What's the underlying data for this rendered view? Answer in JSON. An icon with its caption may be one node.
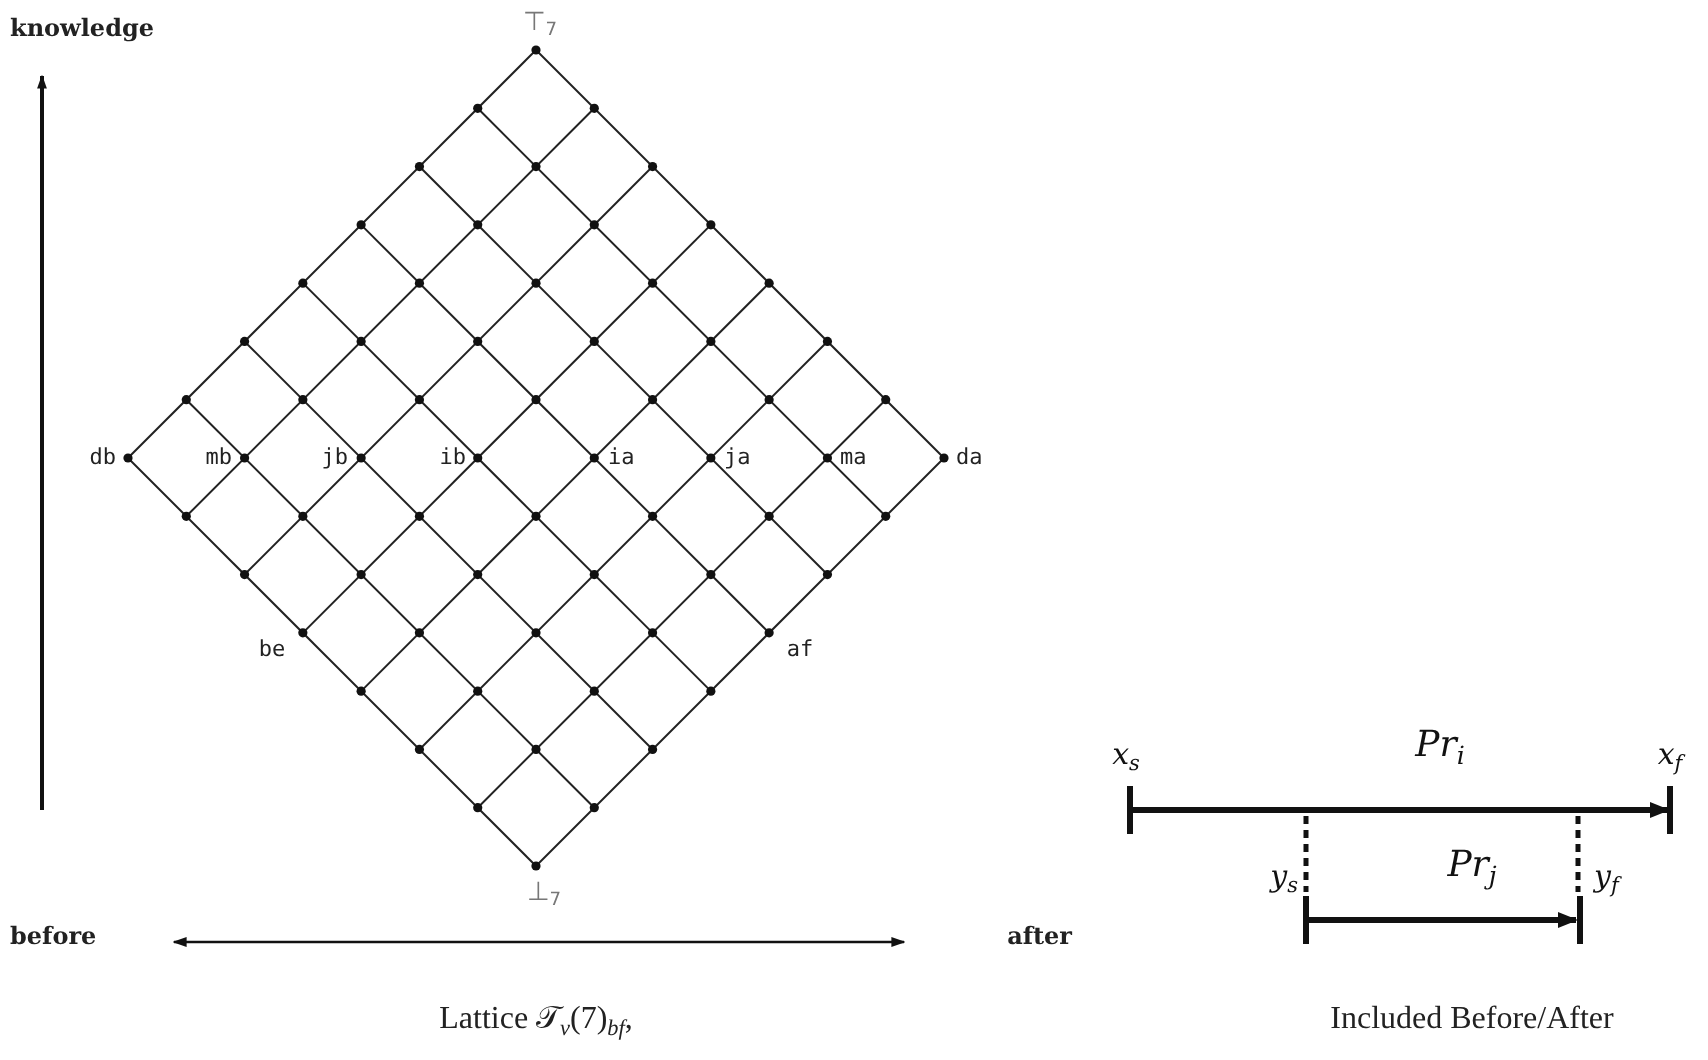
{
  "diagram": {
    "labels": [
      "knowledge",
      "⊤$_{7}$",
      "db",
      "mb",
      "jb",
      "ib",
      "ia",
      "ja",
      "ma",
      "da",
      "be",
      "af",
      "⊥$_{7}$",
      "before",
      "after",
      "*x*$_{s}$",
      "*Pr*$_{i}$",
      "*x*$_{f}$",
      "*y*$_{s}$",
      "*Pr*$_{j}$",
      "*y*$_{f}$",
      "Lattice 𝒯$_{v}$(7)$_{bf}$,",
      "Included Before/After"
    ]
  }
}
